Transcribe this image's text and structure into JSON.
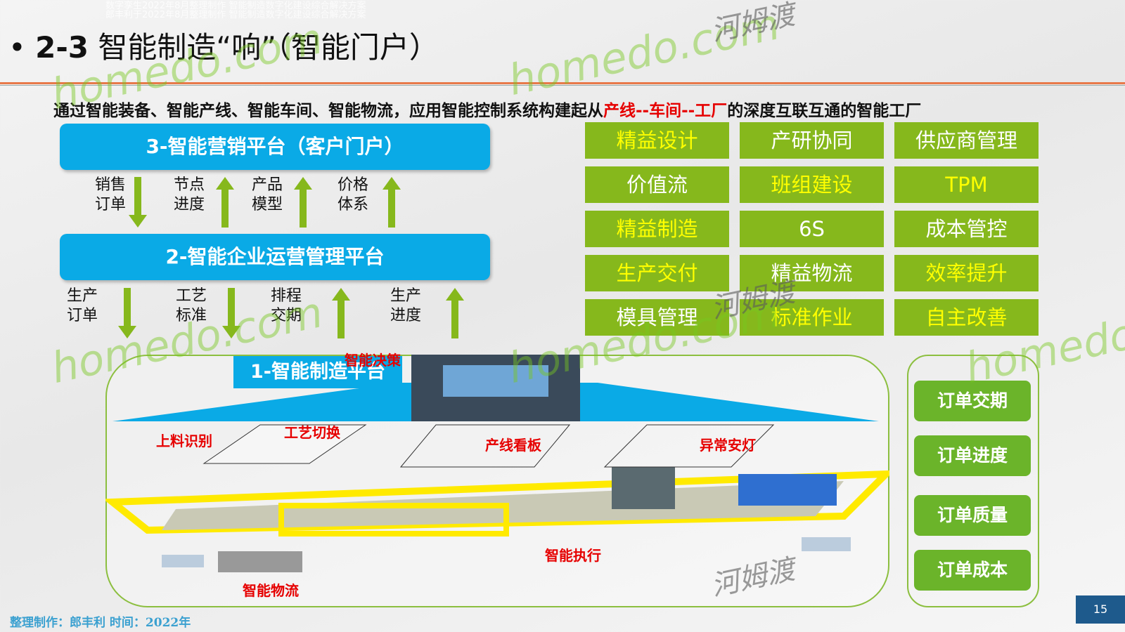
{
  "header": {
    "faint_text_1": "数字孪生2022年8月整理制作 智能制造数字化建设综合解决方案",
    "faint_text_2": "郎丰利于2022年8月整理制作 智能制造数字化建设综合解决方案",
    "bullet": "•",
    "title_num": "2-3",
    "title_text": "智能制造“响”（智能门户）"
  },
  "subtitle": {
    "part1": "通过智能装备、智能产线、智能车间、智能物流，应用智能控制系统构建起从",
    "highlight": "产线--车间--工厂",
    "part2": "的深度互联互通的智能工厂"
  },
  "platforms": {
    "p3": "3-智能营销平台（客户门户）",
    "p2": "2-智能企业运营管理平台",
    "p1": "1-智能制造平台"
  },
  "upper_flows": [
    {
      "label": "销售订单",
      "dir": "down"
    },
    {
      "label": "节点进度",
      "dir": "up"
    },
    {
      "label": "产品模型",
      "dir": "up"
    },
    {
      "label": "价格体系",
      "dir": "up"
    }
  ],
  "lower_flows": [
    {
      "label": "生产订单",
      "dir": "down"
    },
    {
      "label": "工艺标准",
      "dir": "down"
    },
    {
      "label": "排程交期",
      "dir": "up"
    },
    {
      "label": "生产进度",
      "dir": "up"
    }
  ],
  "grid": [
    [
      {
        "t": "精益设计",
        "c": "y"
      },
      {
        "t": "产研协同",
        "c": "w"
      },
      {
        "t": "供应商管理",
        "c": "w"
      }
    ],
    [
      {
        "t": "价值流",
        "c": "w"
      },
      {
        "t": "班组建设",
        "c": "y"
      },
      {
        "t": "TPM",
        "c": "y"
      }
    ],
    [
      {
        "t": "精益制造",
        "c": "y"
      },
      {
        "t": "6S",
        "c": "w"
      },
      {
        "t": "成本管控",
        "c": "w"
      }
    ],
    [
      {
        "t": "生产交付",
        "c": "y"
      },
      {
        "t": "精益物流",
        "c": "w"
      },
      {
        "t": "效率提升",
        "c": "y"
      }
    ],
    [
      {
        "t": "模具管理",
        "c": "w"
      },
      {
        "t": "标准作业",
        "c": "y"
      },
      {
        "t": "自主改善",
        "c": "y"
      }
    ]
  ],
  "factory_labels": {
    "decision": "智能决策",
    "feed": "上料识别",
    "process": "工艺切换",
    "kanban": "产线看板",
    "andon": "异常安灯",
    "execute": "智能执行",
    "logistics": "智能物流"
  },
  "orders": [
    "订单交期",
    "订单进度",
    "订单质量",
    "订单成本"
  ],
  "watermarks": {
    "brand": "homedo.com",
    "cn": "河姆渡"
  },
  "footer": {
    "credit": "整理制作：郎丰利 时间：2022年",
    "page": "15"
  }
}
